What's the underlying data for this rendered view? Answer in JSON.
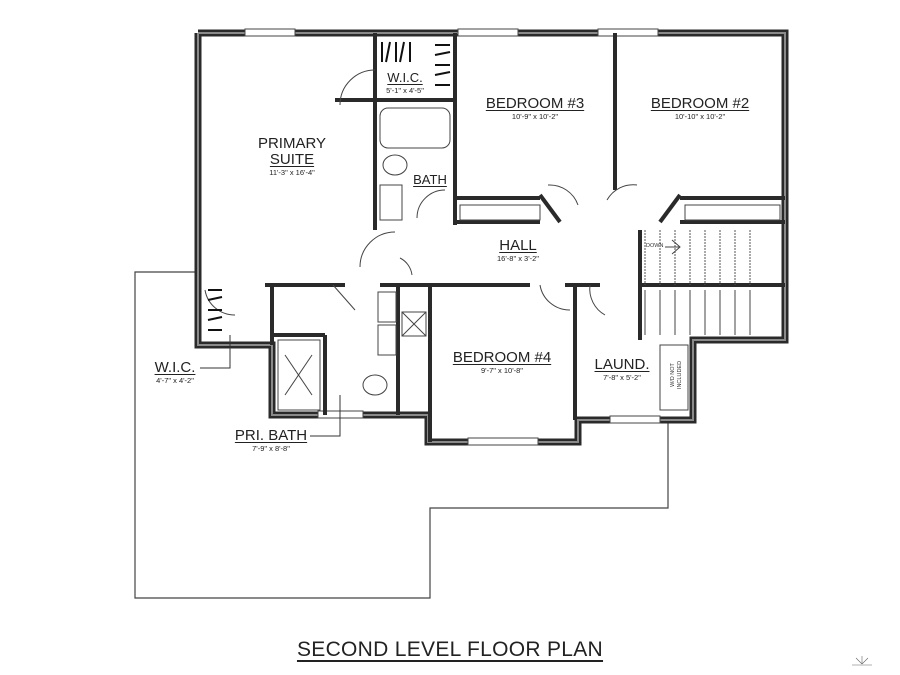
{
  "title": "SECOND LEVEL FLOOR PLAN",
  "rooms": [
    {
      "name": "PRIMARY",
      "name2": "SUITE",
      "dim": "11'-3\" x 16'-4\""
    },
    {
      "name": "W.I.C.",
      "dim": "5'-1\" x 4'-5\""
    },
    {
      "name": "BEDROOM #3",
      "dim": "10'-9\" x 10'-2\""
    },
    {
      "name": "BEDROOM #2",
      "dim": "10'-10\" x 10'-2\""
    },
    {
      "name": "BATH"
    },
    {
      "name": "HALL",
      "dim": "16'-8\" x 3'-2\""
    },
    {
      "name": "BEDROOM #4",
      "dim": "9'-7\" x 10'-8\""
    },
    {
      "name": "LAUND.",
      "dim": "7'-8\" x 5'-2\""
    },
    {
      "name": "W.I.C.",
      "dim": "4'-7\" x 4'-2\""
    },
    {
      "name": "PRI. BATH",
      "dim": "7'-9\" x 8'-8\""
    }
  ],
  "notes": {
    "washer_dryer": "W/D NOT",
    "washer_dryer2": "INCLUDED",
    "stairs": "DOWN"
  },
  "colors": {
    "wall": "#2a2a2a",
    "wall_fill": "#8a8a8a",
    "line": "#444444"
  }
}
